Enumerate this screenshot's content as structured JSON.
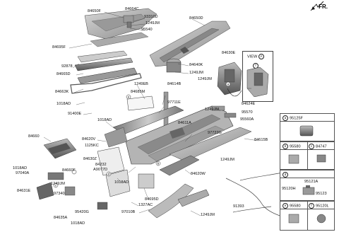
{
  "header": {
    "direction": "FR."
  },
  "view": {
    "title": "VIEW",
    "letter": "A",
    "sub": "f"
  },
  "labels": {
    "p84664C": "84664C",
    "p93310D": "93310D",
    "p84650F": "84650F",
    "p1249JM_a": "1249JM",
    "p95540": "95540",
    "p84695F": "84695F",
    "p84650D": "84650D",
    "p92878": "92878",
    "p84665D": "84665D",
    "p84630E": "84630E",
    "p84640K": "84640K",
    "p1249JM_b": "1249JM",
    "p1249JM_c": "1249JM",
    "p84663K": "84663K",
    "p1018AD_a": "1018AD",
    "p91400E": "91400E",
    "p1249EB": "1249EB",
    "p84614B": "84614B",
    "p84685M": "84685M",
    "p97711E": "97711E",
    "p84624E": "84624E",
    "p1249JM_d": "1249JM",
    "p95570": "95570",
    "p95560A": "95560A",
    "p1018AD_b": "1018AD",
    "p84611A": "84611A",
    "p97722G": "97722G",
    "p84615B": "84615B",
    "p84620V": "84620V",
    "p84660": "84660",
    "p1125KC": "1125KC",
    "p84630Z": "84630Z",
    "p84232": "84232",
    "pA9077D": "A9077D",
    "p1018AD_c": "1018AD",
    "p97040A": "97040A",
    "p84660F": "84660F",
    "p84620W": "84620W",
    "p1249JM_e": "1249JM",
    "p1249JM_f": "1249JM",
    "p97340": "97340",
    "p84631E": "84631E",
    "p1018AD_d": "1018AD",
    "p84695D": "84695D",
    "p1327AC": "1327AC",
    "p95420G": "95420G",
    "p97010B": "97010B",
    "p1249JM_g": "1249JM",
    "p84635A": "84635A",
    "p1018AD_e": "1018AD",
    "p91393": "91393"
  },
  "callouts": {
    "a": "a",
    "b": "b",
    "c": "c",
    "d": "d",
    "e": "e",
    "f": "f"
  },
  "panels": {
    "a": {
      "letter": "a",
      "part": "95125F"
    },
    "b": {
      "letter": "b",
      "part1": "95580",
      "letter2": "c",
      "part2": "84747"
    },
    "d": {
      "letter": "d",
      "part1": "95120H",
      "part2": "95121A",
      "part3": "95123"
    },
    "e": {
      "letter": "e",
      "part1": "95580",
      "letter2": "f",
      "part2": "95120L"
    }
  }
}
